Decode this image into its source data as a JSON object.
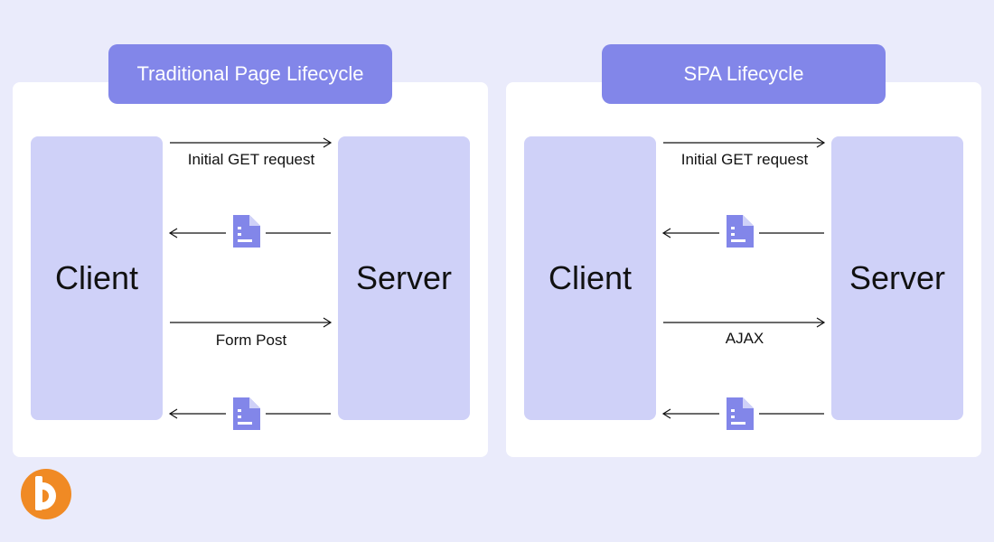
{
  "diagram": {
    "left": {
      "title": "Traditional Page Lifecycle",
      "client_label": "Client",
      "server_label": "Server",
      "request1_label": "Initial GET request",
      "request2_label": "Form Post"
    },
    "right": {
      "title": "SPA Lifecycle",
      "client_label": "Client",
      "server_label": "Server",
      "request1_label": "Initial GET request",
      "request2_label": "AJAX"
    }
  },
  "icons": {
    "response": "document-icon",
    "logo": "brand-logo"
  },
  "colors": {
    "background": "#eaebfb",
    "panel": "#ffffff",
    "title_pill": "#8286e9",
    "box": "#cfd1f8",
    "document_icon": "#8286e9",
    "logo": "#f08a24"
  }
}
